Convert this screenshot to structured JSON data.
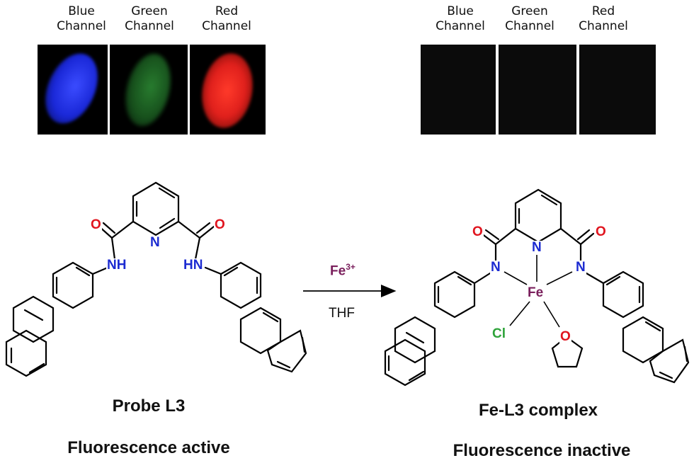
{
  "left_panels": [
    {
      "line1": "Blue",
      "line2": "Channel",
      "color": "#1a2cff"
    },
    {
      "line1": "Green",
      "line2": "Channel",
      "color": "#1f8a2a"
    },
    {
      "line1": "Red",
      "line2": "Channel",
      "color": "#e0201c"
    }
  ],
  "right_panels": [
    {
      "line1": "Blue",
      "line2": "Channel"
    },
    {
      "line1": "Green",
      "line2": "Channel"
    },
    {
      "line1": "Red",
      "line2": "Channel"
    }
  ],
  "reaction": {
    "reagent": "Fe",
    "reagent_charge": "3+",
    "solvent": "THF"
  },
  "atoms": {
    "O": "O",
    "N": "N",
    "NH": "NH",
    "HN": "HN",
    "Fe": "Fe",
    "Cl": "Cl"
  },
  "left_molecule": {
    "name": "Probe L3",
    "state": "Fluorescence active"
  },
  "right_molecule": {
    "name": "Fe-L3 complex",
    "state": "Fluorescence inactive"
  },
  "colors": {
    "oxygen": "#e0141e",
    "nitrogen": "#1c2bd1",
    "chlorine": "#2ea33a",
    "iron": "#7a1f5c"
  }
}
